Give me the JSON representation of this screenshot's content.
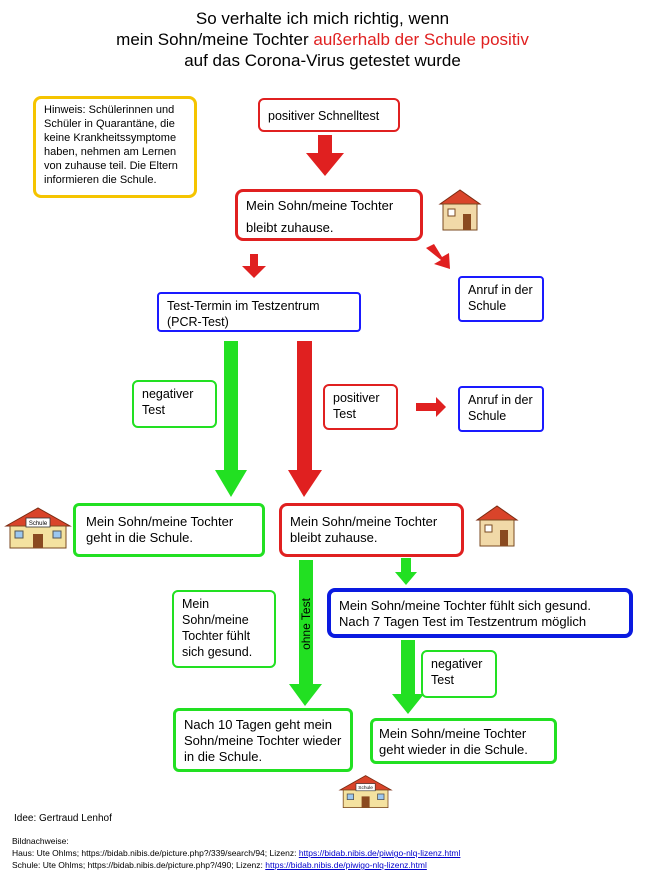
{
  "title": {
    "line1": "So verhalte ich mich richtig, wenn",
    "line2_start": "mein Sohn/meine Tochter ",
    "line2_red": "außerhalb der Schule positiv",
    "line3": "auf das Corona-Virus getestet wurde"
  },
  "hint": "Hinweis: Schülerinnen und Schüler in Quarantäne, die keine Krankheitssymptome haben, nehmen am Lernen von zuhause teil. Die Eltern informieren die Schule.",
  "boxes": {
    "positive_quicktest": "positiver Schnelltest",
    "stays_home_1": "Mein Sohn/meine Tochter bleibt zuhause.",
    "call_school_1": "Anruf in der Schule",
    "pcr_appointment": "Test-Termin im Testzentrum (PCR-Test)",
    "negative_test_1": "negativer Test",
    "positive_test": "positiver Test",
    "call_school_2": "Anruf in der Schule",
    "goes_to_school": "Mein Sohn/meine Tochter geht in die Schule.",
    "stays_home_2": "Mein Sohn/meine Tochter bleibt zuhause.",
    "feels_healthy": "Mein Sohn/meine Tochter fühlt sich gesund.",
    "feels_healthy_test_7": "Mein Sohn/meine Tochter fühlt sich gesund. Nach 7 Tagen Test im Testzentrum möglich",
    "without_test": "ohne Test",
    "negative_test_2": "negativer Test",
    "after_10_days": "Nach 10 Tagen geht mein Sohn/meine Tochter wieder in die Schule.",
    "back_to_school": "Mein Sohn/meine Tochter geht wieder in die Schule."
  },
  "icons": {
    "school_sign": "Schule"
  },
  "footer": {
    "idea": "Idee: Gertraud Lenhof",
    "credits_label": "Bildnachweise:",
    "credit_house_text": "Haus: Ute Ohlms; https://bidab.nibis.de/picture.php?/339/search/94; Lizenz: ",
    "credit_house_link": "https://bidab.nibis.de/piwigo-nlq-lizenz.html",
    "credit_school_text": "Schule: Ute Ohlms; https://bidab.nibis.de/picture.php?/490; Lizenz: ",
    "credit_school_link": "https://bidab.nibis.de/piwigo-nlq-lizenz.html"
  },
  "colors": {
    "red": "#e02020",
    "green": "#22e022",
    "blue": "#1a1aff",
    "yellow": "#f5c400"
  }
}
